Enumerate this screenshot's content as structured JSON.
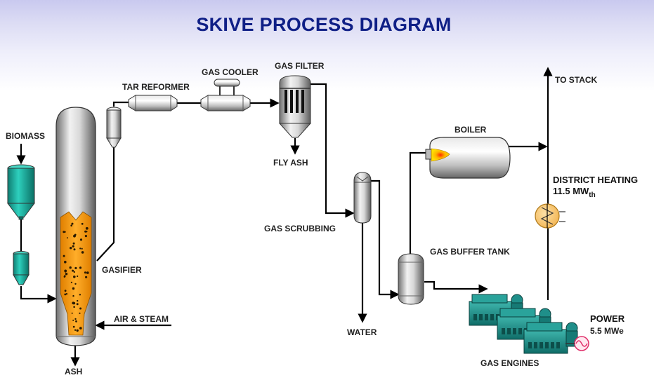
{
  "title": "SKIVE PROCESS DIAGRAM",
  "labels": {
    "biomass": "BIOMASS",
    "tar_reformer": "TAR REFORMER",
    "gas_cooler": "GAS COOLER",
    "gas_filter": "GAS FILTER",
    "fly_ash": "FLY ASH",
    "boiler": "BOILER",
    "to_stack": "TO STACK",
    "district_heating": "DISTRICT HEATING",
    "district_heating_value": "11.5 MW",
    "district_heating_sub": "th",
    "gas_scrubbing": "GAS SCRUBBING",
    "gasifier": "GASIFIER",
    "gas_buffer_tank": "GAS BUFFER TANK",
    "air_steam": "AIR & STEAM",
    "power": "POWER",
    "power_value": "5.5 MWe",
    "water": "WATER",
    "ash": "ASH",
    "gas_engines": "GAS ENGINES"
  },
  "colors": {
    "title": "#0f1f86",
    "biomass_hopper": "#1aa596",
    "gasifier_bed": "#f4a11c",
    "engines": "#1f8f8a",
    "heat_exchanger": "#f7c46a",
    "generator": "#ff7aa8",
    "flame": "#ff9900"
  }
}
